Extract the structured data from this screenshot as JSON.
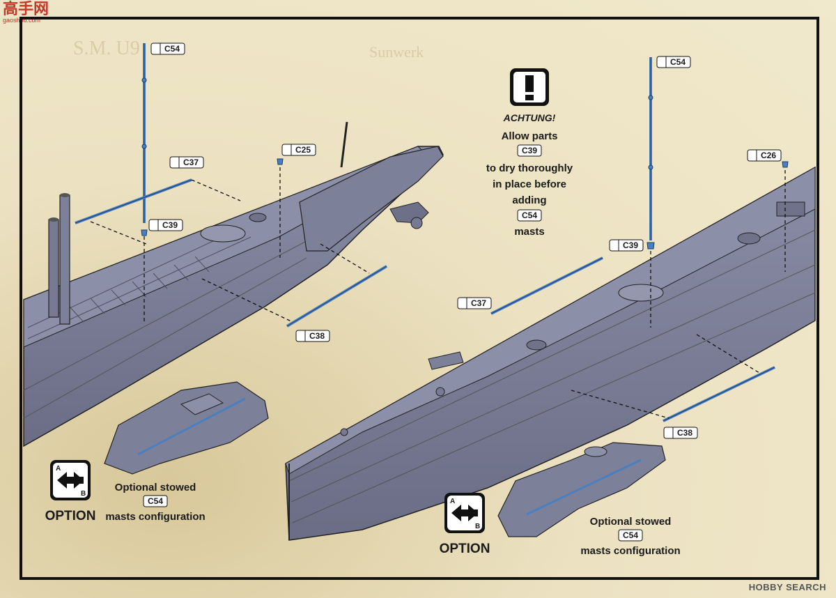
{
  "site_logo": {
    "text": "高手网",
    "url_text": "gaoshou.com"
  },
  "watermark": "HOBBY SEARCH",
  "background_script": {
    "line1": "S.M. U9",
    "line2": "Sunwerk"
  },
  "callouts": {
    "left_mast_top": "C54",
    "left_c37": "C37",
    "left_c39": "C39",
    "left_c25": "C25",
    "left_c38": "C38",
    "right_mast_top": "C54",
    "right_c26": "C26",
    "right_c39": "C39",
    "right_c37": "C37",
    "right_c38": "C38"
  },
  "warning": {
    "icon": "exclamation-icon",
    "title": "ACHTUNG!",
    "line1": "Allow parts",
    "part1": "C39",
    "line2": "to dry thoroughly",
    "line3": "in place before",
    "line4": "adding",
    "part2": "C54",
    "line5": "masts"
  },
  "options": [
    {
      "icon": "option-ab-icon",
      "icon_a": "A",
      "icon_b": "B",
      "label": "OPTION",
      "caption1": "Optional stowed",
      "part": "C54",
      "caption2": "masts configuration"
    },
    {
      "icon": "option-ab-icon",
      "icon_a": "A",
      "icon_b": "B",
      "label": "OPTION",
      "caption1": "Optional stowed",
      "part": "C54",
      "caption2": "masts configuration"
    }
  ],
  "colors": {
    "hull": "#777a92",
    "hull_dark": "#5f6178",
    "mast": "#4a7fc0",
    "frame": "#111111",
    "paper": "#f1e9cc"
  }
}
